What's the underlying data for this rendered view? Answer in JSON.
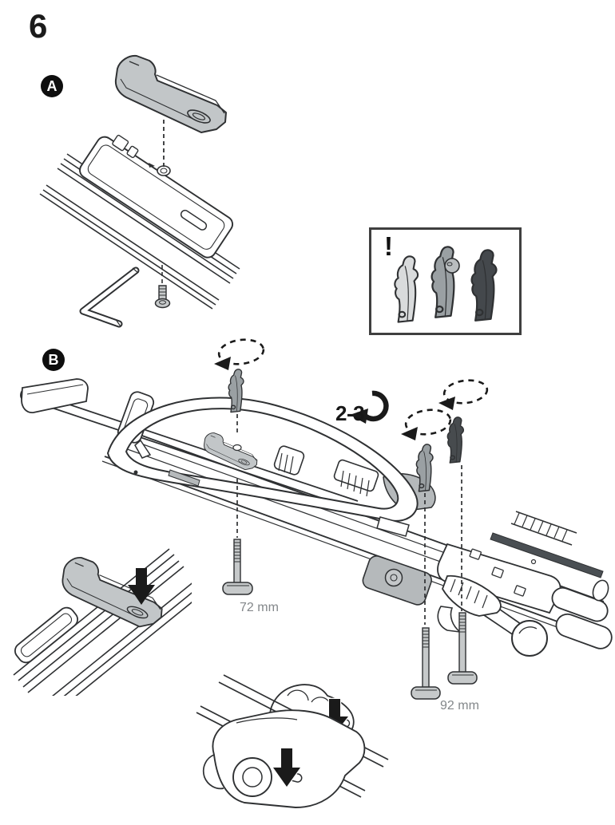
{
  "page": {
    "step_number": "6",
    "background": "#ffffff"
  },
  "sections": {
    "a": {
      "badge": "A"
    },
    "b": {
      "badge": "B",
      "rotation_count": "2-3",
      "screw_length_left": "72 mm",
      "screw_length_right": "92 mm"
    }
  },
  "warning_box": {
    "symbol": "!",
    "variants": [
      "light-gray-clamp",
      "gray-clamp",
      "black-clamp"
    ]
  },
  "colors": {
    "line": "#2f3133",
    "ink": "#1a1a1a",
    "part_light": "#d9dbdc",
    "part_medium": "#9aa0a3",
    "part_dark": "#45494c",
    "part_silver": "#c2c6c8",
    "label_text": "#83878a",
    "warning_border": "#3f3f3f"
  }
}
